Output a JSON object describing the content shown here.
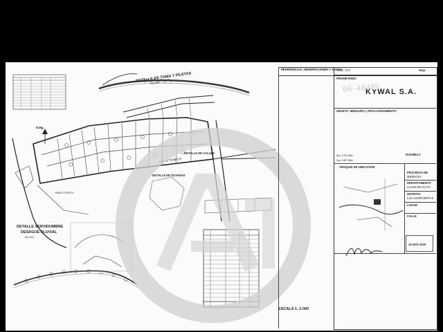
{
  "header": {
    "notes_heading": "REFERENCIAS, OBSERVACIONES Y NOTAS",
    "catastro_label": "NOM. CAT.",
    "sheet": "Hoja"
  },
  "drawing": {
    "detail_toma": "DETALLE DE TOMA Y PILETAS",
    "detail_toma_scale": "(sin esc.)",
    "north": "N.Mg.",
    "calle_publica": "CALLE PUBLICA",
    "detail_calles": "DETALLE DE CALLES",
    "detail_ochavas": "DETALLE DE OCHAVAS",
    "marco": "MARCO PUESTO",
    "detail_servidumbre_1": "DETALLE SERVIDUMBRE",
    "detail_servidumbre_2": "DESAGUE PLUVIAL",
    "detail_servidumbre_scale": "(sin esc.)"
  },
  "notes": {
    "scale": "ESCALA 1: 2.000"
  },
  "title_block": {
    "owner_heading": "PROPIETARIO",
    "owner_name": "KYWAL S.A.",
    "object_heading": "OBJETO: MENSURA y FRACCIONAMIENTO",
    "parcel_code": "06-62854-2",
    "area_1": "Sup. 5.751,96m²",
    "area_2": "Sup. 5.557,98m²",
    "croquis_heading": "CROQUIS DE UBICACION",
    "province_heading": "PROVINCIA DE",
    "province": "MENDOZA",
    "department_heading": "DEPARTAMENTO",
    "department": "LUJAN DE CUYO",
    "district_heading": "DISTRITO",
    "district": "LAS COMPUERTAS",
    "place_heading": "LUGAR",
    "street_heading": "CALLE",
    "stamp_date": "15 NOV 2010",
    "file_number": "06-48495"
  }
}
